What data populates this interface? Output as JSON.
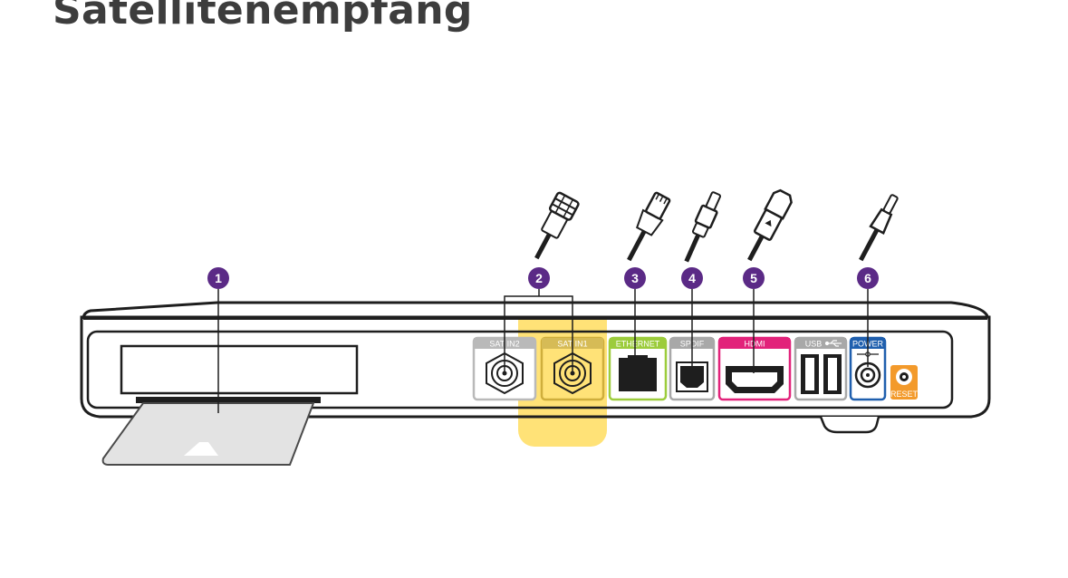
{
  "page": {
    "title": "Satellitenempfang"
  },
  "colors": {
    "badge": "#5b2a86",
    "highlight": "#ffd84a",
    "outline": "#1e1e1e",
    "sat_label": "#b9b9b9",
    "ethernet": "#9ccc3c",
    "spdif": "#a8a8a8",
    "hdmi": "#e2227a",
    "usb": "#a8a8a8",
    "power": "#1f5fae",
    "reset": "#f39a2b",
    "card": "#e3e3e3"
  },
  "callouts": [
    "1",
    "2",
    "3",
    "4",
    "5",
    "6"
  ],
  "ports": {
    "sat_in2": "SAT IN2",
    "sat_in1": "SAT IN1",
    "ethernet": "ETHERNET",
    "spdif": "SPDIF",
    "hdmi": "HDMI",
    "usb": "USB",
    "power": "POWER",
    "reset": "RESET"
  },
  "highlighted_port": "SAT IN1"
}
